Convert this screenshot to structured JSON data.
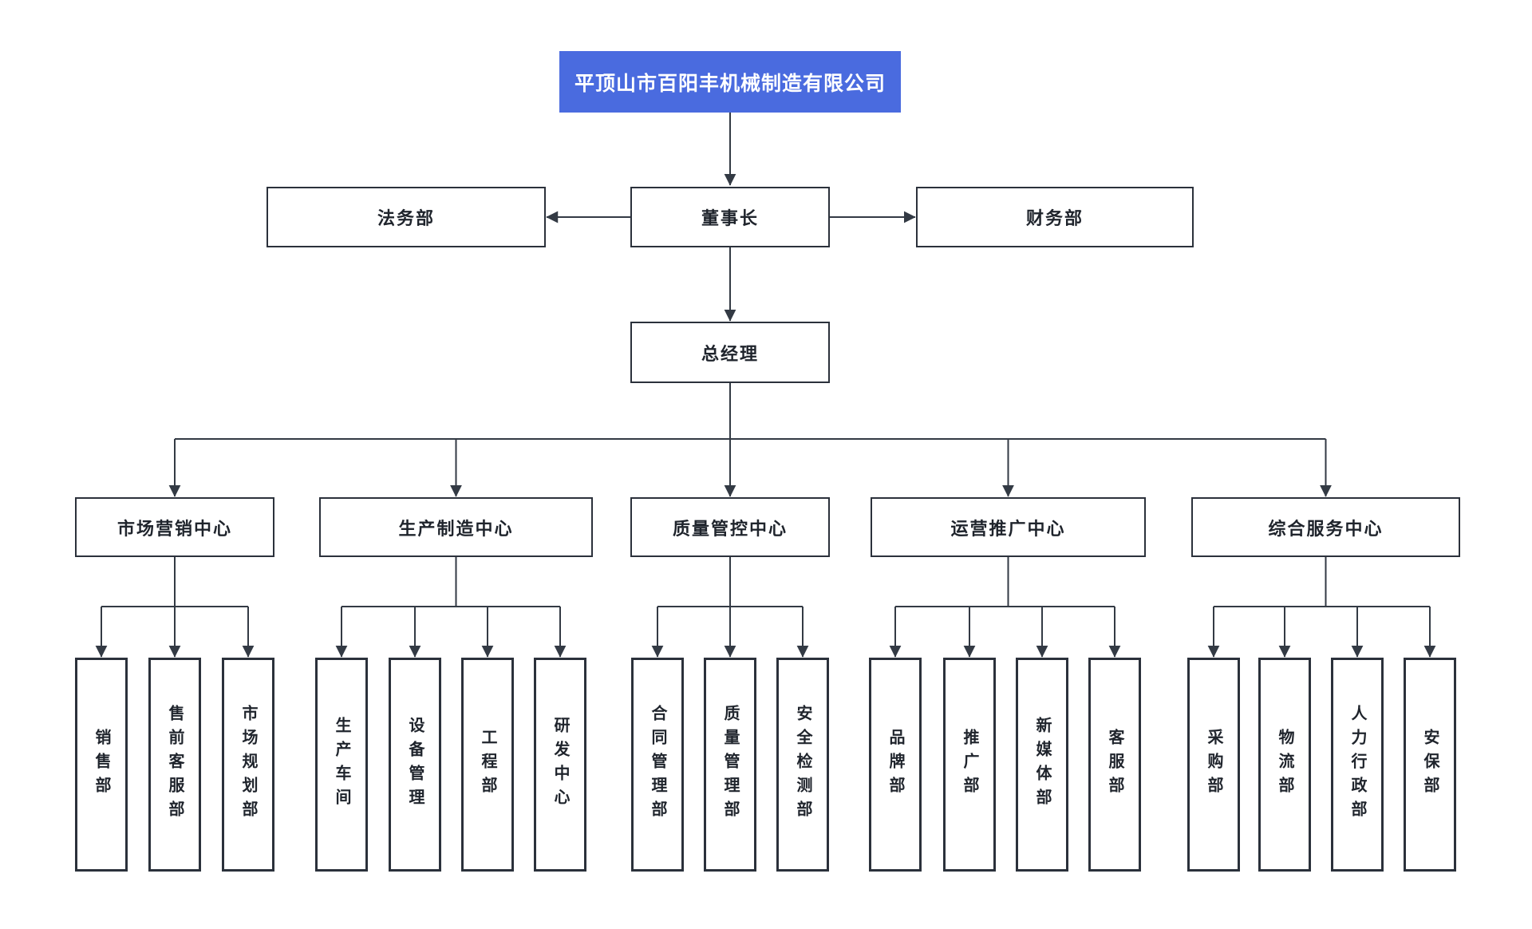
{
  "org": {
    "root": {
      "label": "平顶山市百阳丰机械制造有限公司"
    },
    "executives": {
      "legal": "法务部",
      "chairman": "董事长",
      "finance": "财务部",
      "general_manager": "总经理"
    },
    "centers": [
      {
        "label": "市场营销中心",
        "departments": [
          "销售部",
          "售前客服部",
          "市场规划部"
        ]
      },
      {
        "label": "生产制造中心",
        "departments": [
          "生产车间",
          "设备管理",
          "工程部",
          "研发中心"
        ]
      },
      {
        "label": "质量管控中心",
        "departments": [
          "合同管理部",
          "质量管理部",
          "安全检测部"
        ]
      },
      {
        "label": "运营推广中心",
        "departments": [
          "品牌部",
          "推广部",
          "新媒体部",
          "客服部"
        ]
      },
      {
        "label": "综合服务中心",
        "departments": [
          "采购部",
          "物流部",
          "人力行政部",
          "安保部"
        ]
      }
    ],
    "colors": {
      "root_background": "#4a6bdf",
      "root_text": "#ffffff",
      "node_border": "#2b313b",
      "node_text": "#1f242c",
      "connector_line": "#333a44",
      "page_background": "#ffffff"
    }
  }
}
